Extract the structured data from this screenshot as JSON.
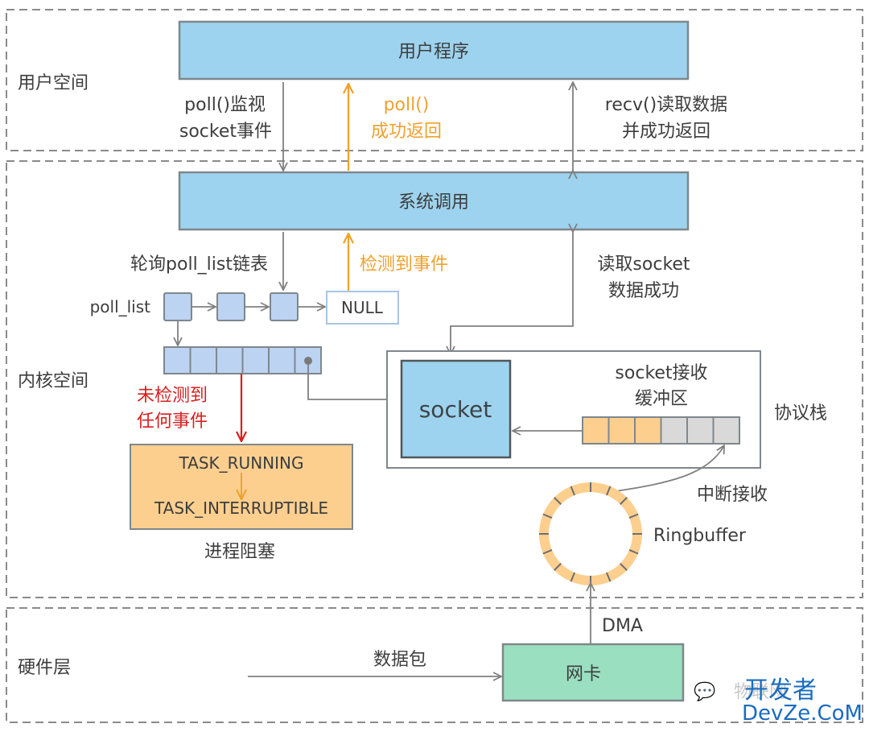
{
  "regions": {
    "user_space": "用户空间",
    "kernel_space": "内核空间",
    "hardware": "硬件层"
  },
  "boxes": {
    "user_program": "用户程序",
    "syscall": "系统调用",
    "socket": "socket",
    "task_running": "TASK_RUNNING",
    "task_interruptible": "TASK_INTERRUPTIBLE",
    "nic": "网卡",
    "null": "NULL"
  },
  "labels": {
    "poll_monitor": [
      "poll()监视",
      "socket事件"
    ],
    "poll_return": [
      "poll()",
      "成功返回"
    ],
    "recv_read": [
      "recv()读取数据",
      "并成功返回"
    ],
    "poll_list_iter": "轮询poll_list链表",
    "event_detected": "检测到事件",
    "read_socket": [
      "读取socket",
      "数据成功"
    ],
    "poll_list": "poll_list",
    "no_event": [
      "未检测到",
      "任何事件"
    ],
    "process_blocked": "进程阻塞",
    "socket_recv_buffer": [
      "socket接收",
      "缓冲区"
    ],
    "protocol_stack": "协议栈",
    "interrupt_recv": "中断接收",
    "ringbuffer": "Ringbuffer",
    "dma": "DMA",
    "packet": "数据包"
  },
  "watermark": {
    "faded": "物联网",
    "line1": "开发者",
    "line2": "DevZe.CoM"
  },
  "colors": {
    "blue_box": "#9dd3ee",
    "list_node": "#bcd3f2",
    "orange_fill": "#fccf8f",
    "orange_arrow": "#f0a12c",
    "red_arrow": "#d91f1f",
    "green_box": "#9adfc0",
    "gray_cell": "#d9d9d9",
    "border": "#7f878c"
  }
}
